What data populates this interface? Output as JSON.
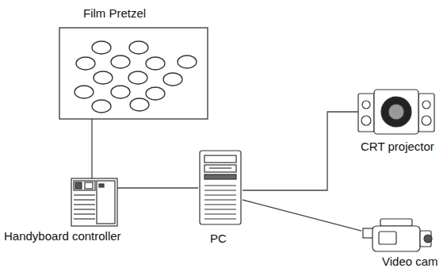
{
  "diagram": {
    "nodes": [
      {
        "text": [
          "Film Pretzel"
        ]
      },
      {
        "text": [
          "Handyboard controller"
        ]
      },
      {
        "text": [
          "PC"
        ]
      },
      {
        "text": [
          "CRT projector"
        ]
      },
      {
        "text": [
          "Video cam"
        ]
      }
    ],
    "edges": [
      {
        "from": 0,
        "to": 1,
        "arrow": "none"
      },
      {
        "from": 1,
        "to": 2,
        "arrow": "none"
      },
      {
        "from": 2,
        "to": 3,
        "arrow": "none"
      },
      {
        "from": 2,
        "to": 4,
        "arrow": "none"
      }
    ]
  }
}
